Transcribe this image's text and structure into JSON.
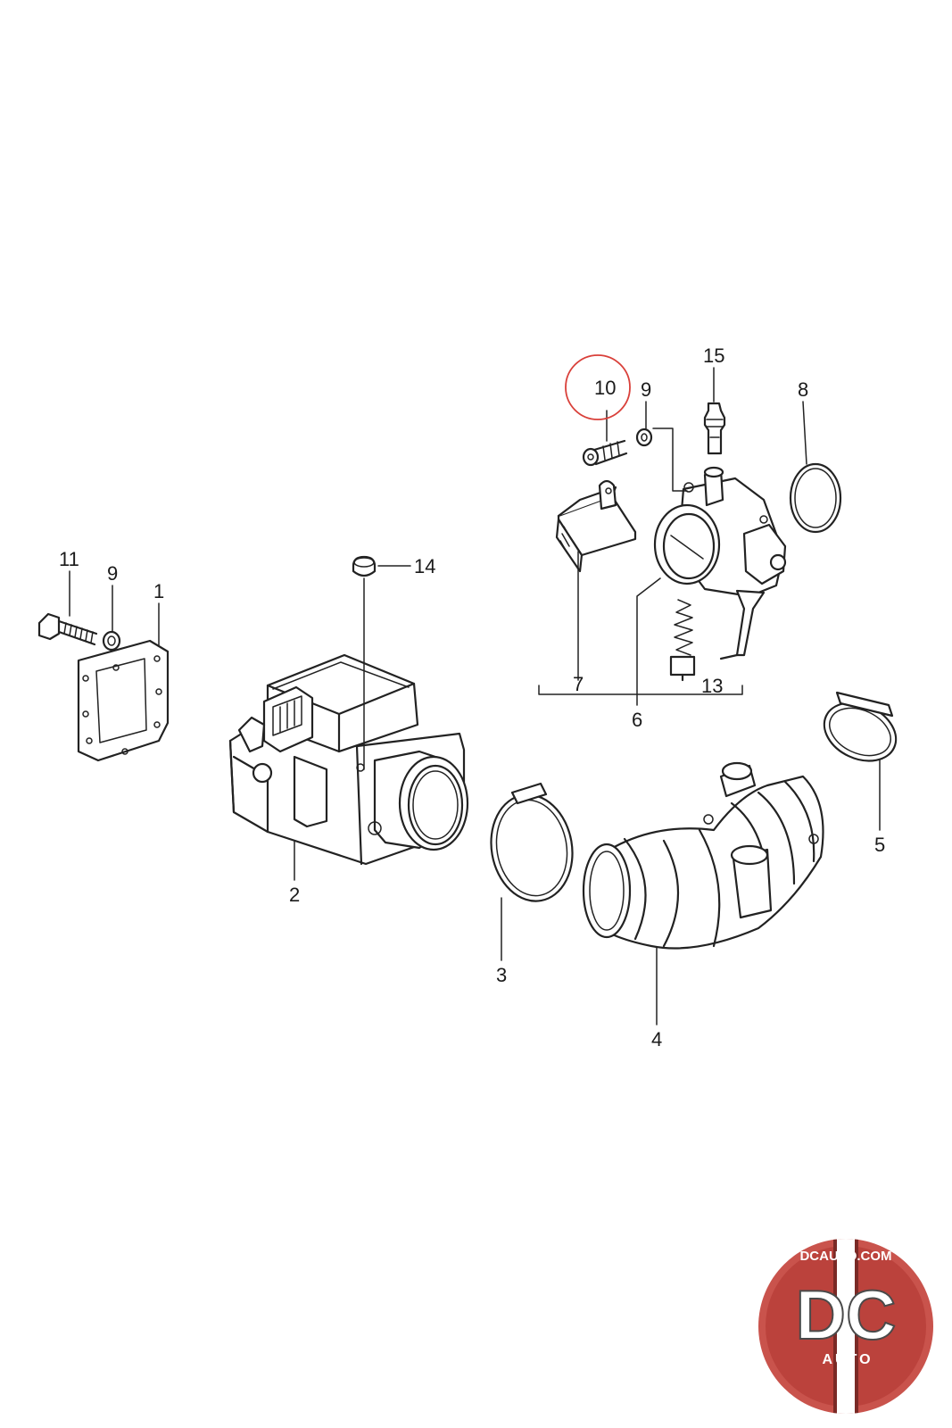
{
  "callouts": [
    {
      "id": "1",
      "text": "1"
    },
    {
      "id": "2",
      "text": "2"
    },
    {
      "id": "3",
      "text": "3"
    },
    {
      "id": "4",
      "text": "4"
    },
    {
      "id": "5",
      "text": "5"
    },
    {
      "id": "6",
      "text": "6"
    },
    {
      "id": "7",
      "text": "7"
    },
    {
      "id": "8",
      "text": "8"
    },
    {
      "id": "9a",
      "text": "9"
    },
    {
      "id": "9b",
      "text": "9"
    },
    {
      "id": "10",
      "text": "10"
    },
    {
      "id": "11",
      "text": "11"
    },
    {
      "id": "13",
      "text": "13"
    },
    {
      "id": "14",
      "text": "14"
    },
    {
      "id": "15",
      "text": "15"
    }
  ],
  "highlight": {
    "callout": "10",
    "color": "#d9403a"
  },
  "logo": {
    "top_text": "DCAUTO.COM",
    "main_text": "DC",
    "sub_text": "AUTO",
    "colors": {
      "ring": "#c9534c",
      "inner": "#b8403a",
      "stripe": "#ffffff",
      "letters": "#ffffff"
    }
  }
}
